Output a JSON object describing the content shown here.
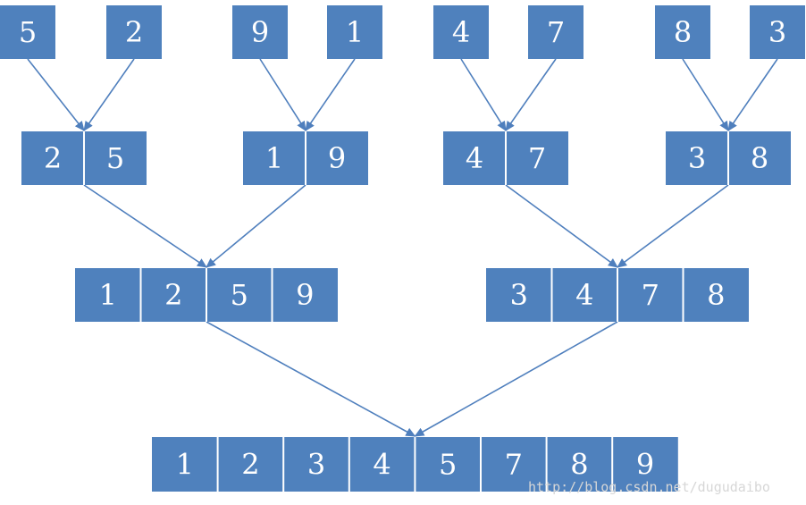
{
  "colors": {
    "cell_fill": "#4f81bd",
    "cell_text": "#ffffff",
    "arrow": "#4f7fbd",
    "divider": "#ffffff",
    "watermark": "#d7d7d7"
  },
  "levels": [
    {
      "name": "level-1-single-elements",
      "groups": [
        [
          "5"
        ],
        [
          "2"
        ],
        [
          "9"
        ],
        [
          "1"
        ],
        [
          "4"
        ],
        [
          "7"
        ],
        [
          "8"
        ],
        [
          "3"
        ]
      ]
    },
    {
      "name": "level-2-sorted-pairs",
      "groups": [
        [
          "2",
          "5"
        ],
        [
          "1",
          "9"
        ],
        [
          "4",
          "7"
        ],
        [
          "3",
          "8"
        ]
      ]
    },
    {
      "name": "level-3-sorted-quads",
      "groups": [
        [
          "1",
          "2",
          "5",
          "9"
        ],
        [
          "3",
          "4",
          "7",
          "8"
        ]
      ]
    },
    {
      "name": "level-4-sorted-result",
      "groups": [
        [
          "1",
          "2",
          "3",
          "4",
          "5",
          "7",
          "8",
          "9"
        ]
      ]
    }
  ],
  "watermark": "http://blog.csdn.net/dugudaibo"
}
